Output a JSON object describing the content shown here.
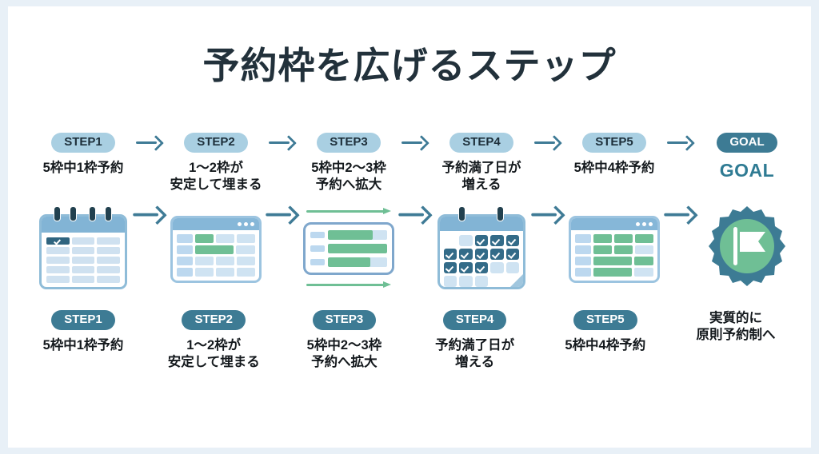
{
  "title": "予約枠を広げるステップ",
  "theme": {
    "background": "#ffffff",
    "page_border": "#e8f0f7",
    "badge_light_bg": "#a9cfe2",
    "badge_dark_bg": "#3d7b94",
    "arrow_color": "#3f7b96",
    "accent_green": "#6fbf95",
    "accent_teal": "#2f7b93",
    "text_color": "#14191d"
  },
  "arrow_icon": "arrow-right-icon",
  "steps": [
    {
      "badge": "STEP1",
      "caption_line1": "5枠中1枠予約",
      "caption_line2": "",
      "illustration": "calendar-one-slot-booked"
    },
    {
      "badge": "STEP2",
      "caption_line1": "1〜2枠が",
      "caption_line2": "安定して埋まる",
      "illustration": "schedule-window-two-slots"
    },
    {
      "badge": "STEP3",
      "caption_line1": "5枠中2〜3枠",
      "caption_line2": "予約へ拡大",
      "illustration": "progress-bars-expanding"
    },
    {
      "badge": "STEP4",
      "caption_line1": "予約満了日が",
      "caption_line2": "増える",
      "illustration": "month-calendar-checked-days"
    },
    {
      "badge": "STEP5",
      "caption_line1": "5枠中4枠予約",
      "caption_line2": "",
      "illustration": "schedule-window-mostly-filled"
    }
  ],
  "goal": {
    "badge": "GOAL",
    "word": "GOAL",
    "caption_line1": "実質的に",
    "caption_line2": "原則予約制へ",
    "illustration": "goal-seal-flag-icon"
  }
}
